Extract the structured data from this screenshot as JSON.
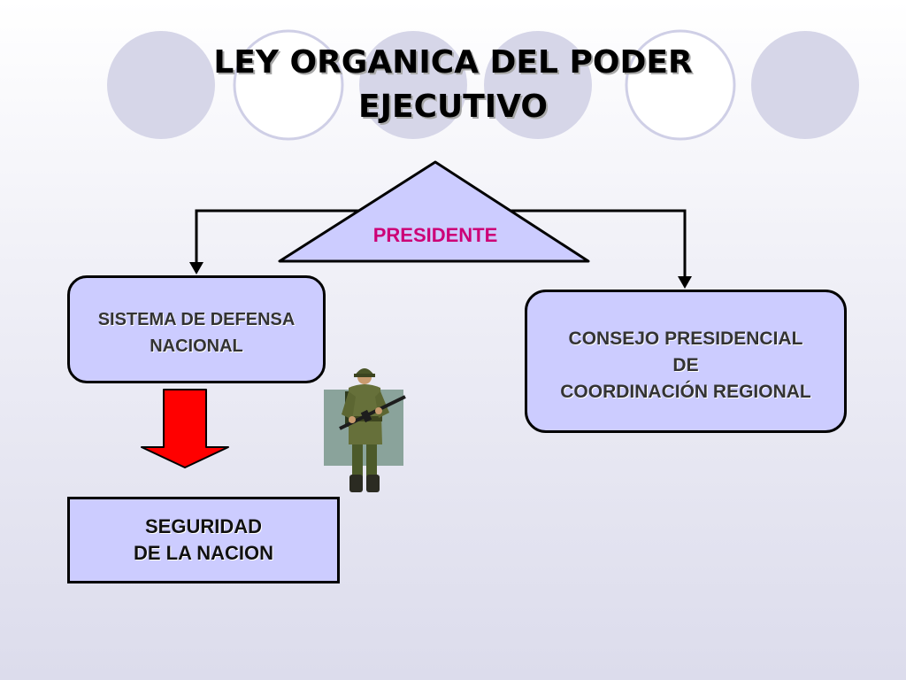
{
  "title": {
    "line1": "LEY ORGANICA DEL PODER",
    "line2": "EJECUTIVO"
  },
  "president": {
    "label": "PRESIDENTE"
  },
  "left_box": {
    "line1": "SISTEMA DE DEFENSA",
    "line2": "NACIONAL"
  },
  "right_box": {
    "line1": "CONSEJO PRESIDENCIAL",
    "line2": "DE",
    "line3": "COORDINACIÓN REGIONAL"
  },
  "bottom_box": {
    "line1": "SEGURIDAD",
    "line2": "DE LA NACION"
  },
  "colors": {
    "box_fill": "#ccccff",
    "president_text": "#cc0077",
    "arrow_red": "#ff0000",
    "circle_fill": "#d6d6e8",
    "circle_stroke": "#cfcfe6"
  },
  "icons": {
    "soldier": "soldier-clipart-icon",
    "down_arrow": "red-down-arrow-icon"
  }
}
